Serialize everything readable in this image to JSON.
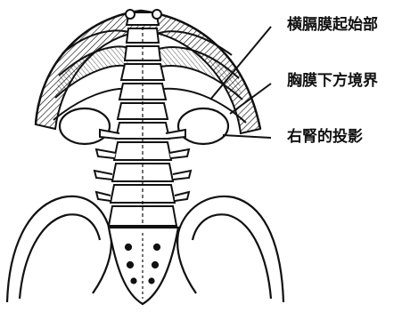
{
  "labels": {
    "diaphragm_origin": "横膈膜起始部",
    "pleura_lower_boundary": "胸膜下方境界",
    "right_kidney_projection": "右腎的投影"
  },
  "colors": {
    "ink": "#111111",
    "background": "#ffffff"
  }
}
